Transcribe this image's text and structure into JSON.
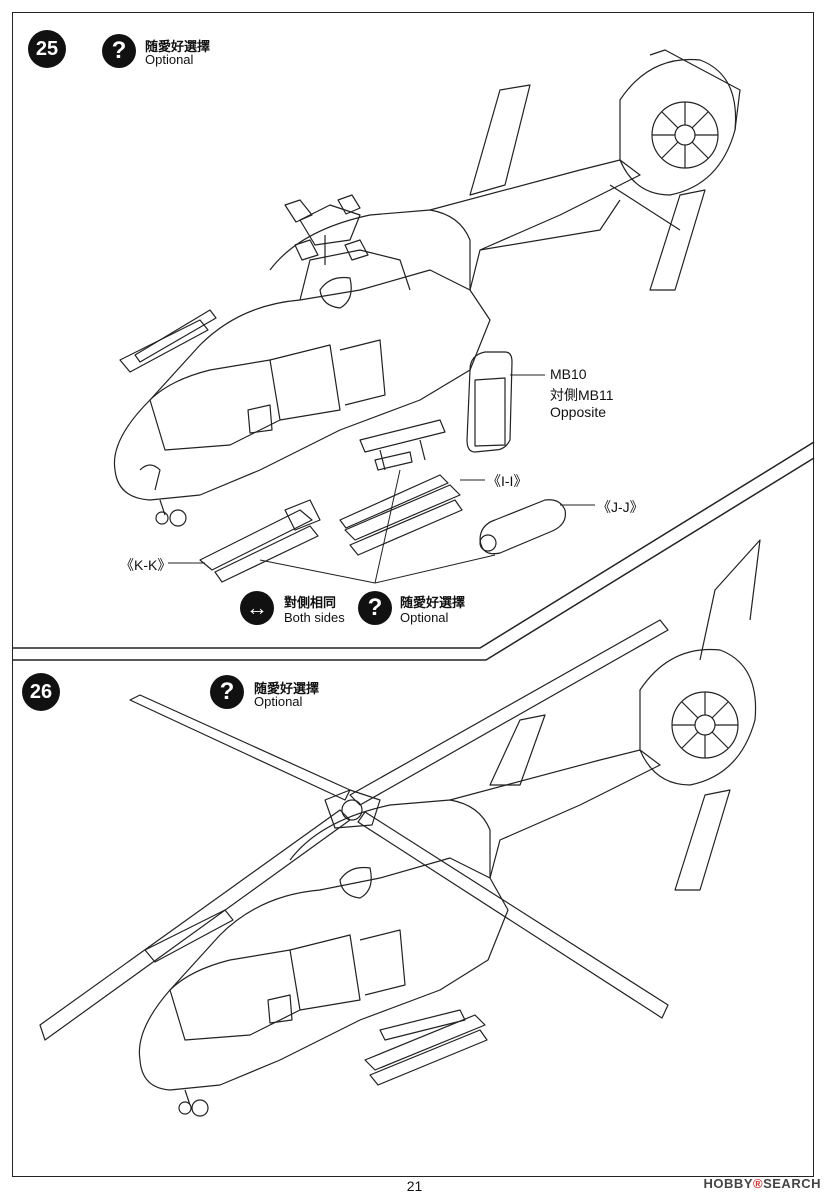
{
  "page_number": "21",
  "watermark": {
    "brand_a": "HOBBY",
    "brand_b": "SEARCH",
    "mark": "®"
  },
  "step25": {
    "number": "25",
    "optional_cn": "随愛好選擇",
    "optional_en": "Optional",
    "callout_part": "MB10",
    "callout_opposite_cn": "対側MB11",
    "callout_opposite_en": "Opposite",
    "label_ii": "《I-I》",
    "label_jj": "《J-J》",
    "label_kk": "《K-K》",
    "both_sides_cn": "對側相同",
    "both_sides_en": "Both sides",
    "optional2_cn": "随愛好選擇",
    "optional2_en": "Optional"
  },
  "step26": {
    "number": "26",
    "optional_cn": "随愛好選擇",
    "optional_en": "Optional"
  },
  "icons": {
    "optional": "question-icon",
    "both_sides": "double-arrow-icon"
  }
}
